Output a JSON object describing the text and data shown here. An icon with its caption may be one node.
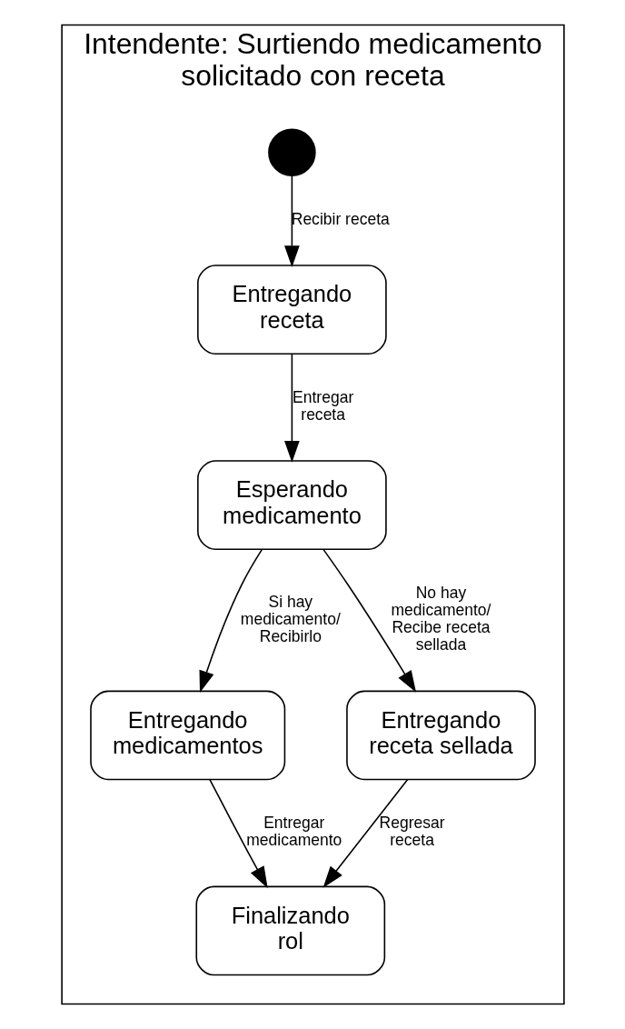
{
  "diagram": {
    "nodes": [
      {
        "text": [
          "Intendente: Surtiendo medicamento solicitado con receta"
        ]
      },
      {
        "text": [],
        "shape": "circle",
        "in": 0
      },
      {
        "text": [
          "Entregando receta"
        ],
        "in": 0
      },
      {
        "text": [
          "Esperando medicamento"
        ],
        "in": 0
      },
      {
        "text": [
          "Entregando medicamentos"
        ],
        "in": 0
      },
      {
        "text": [
          "Entregando receta sellada"
        ],
        "in": 0
      },
      {
        "text": [
          "Finalizando rol"
        ],
        "in": 0
      }
    ],
    "edges": [
      {
        "from": 1,
        "to": 2,
        "arrow": "to",
        "label": "Recibir receta"
      },
      {
        "from": 2,
        "to": 3,
        "arrow": "to",
        "label": "Entregar receta"
      },
      {
        "from": 3,
        "to": 4,
        "arrow": "to",
        "label": "Si hay medicamento/ Recibirlo"
      },
      {
        "from": 3,
        "to": 5,
        "arrow": "to",
        "label": "No hay medicamento/ Recibe receta sellada"
      },
      {
        "from": 4,
        "to": 6,
        "arrow": "to",
        "label": "Entregar medicamento"
      },
      {
        "from": 5,
        "to": 6,
        "arrow": "to",
        "label": "Regresar receta"
      }
    ]
  }
}
